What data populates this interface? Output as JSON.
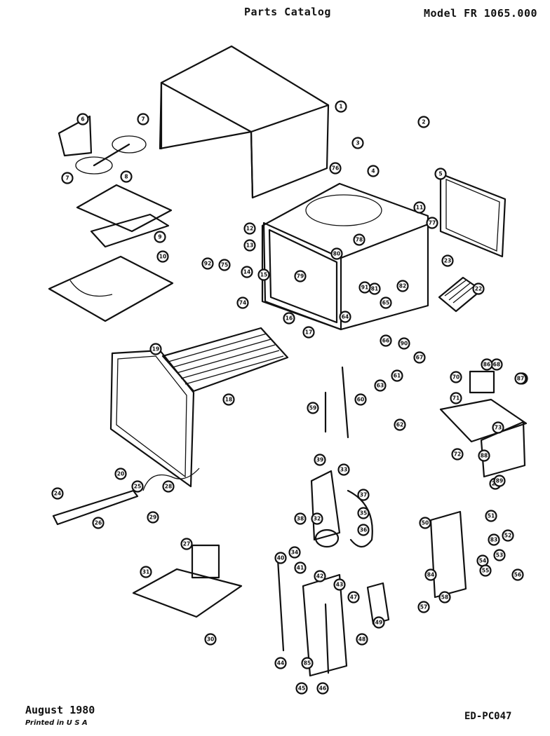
{
  "header": {
    "title": "Parts Catalog",
    "model": "Model FR 1065.000"
  },
  "footer": {
    "date": "August 1980",
    "printed": "Printed in U S A",
    "doc_number": "ED-PC047"
  },
  "callouts": [
    "1",
    "2",
    "3",
    "4",
    "5",
    "6",
    "7",
    "7",
    "8",
    "9",
    "10",
    "11",
    "12",
    "13",
    "14",
    "15",
    "16",
    "17",
    "18",
    "19",
    "20",
    "21",
    "22",
    "23",
    "24",
    "25",
    "26",
    "27",
    "28",
    "29",
    "30",
    "31",
    "32",
    "33",
    "34",
    "35",
    "36",
    "37",
    "38",
    "39",
    "40",
    "41",
    "42",
    "43",
    "44",
    "45",
    "46",
    "47",
    "48",
    "49",
    "50",
    "51",
    "52",
    "53",
    "54",
    "55",
    "56",
    "57",
    "58",
    "59",
    "60",
    "61",
    "62",
    "63",
    "64",
    "65",
    "66",
    "67",
    "68",
    "69",
    "70",
    "71",
    "72",
    "73",
    "74",
    "75",
    "76",
    "77",
    "78",
    "79",
    "80",
    "81",
    "82",
    "83",
    "84",
    "85",
    "86",
    "87",
    "88",
    "89",
    "90",
    "91",
    "92"
  ]
}
